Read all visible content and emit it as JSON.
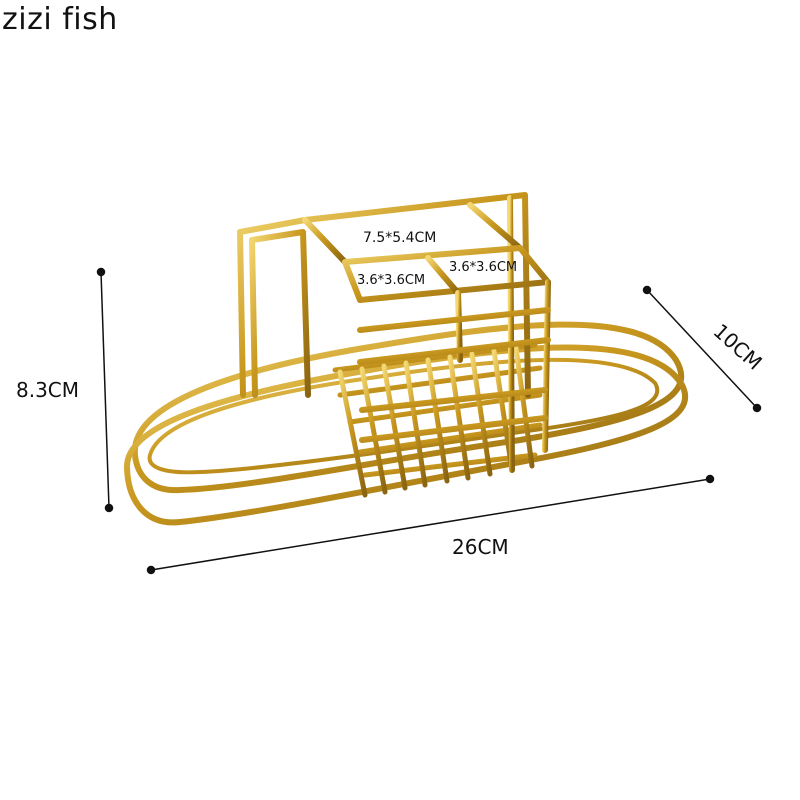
{
  "brand": {
    "text": "zizi fish"
  },
  "dimensions": {
    "height": "8.3CM",
    "depth": "10CM",
    "length": "26CM",
    "top_compartment": "7.5*5.4CM",
    "small_left": "3.6*3.6CM",
    "small_right": "3.6*3.6CM"
  },
  "product": {
    "icon": "gold-wire-organizer-tray",
    "color": "#d4a62a"
  }
}
